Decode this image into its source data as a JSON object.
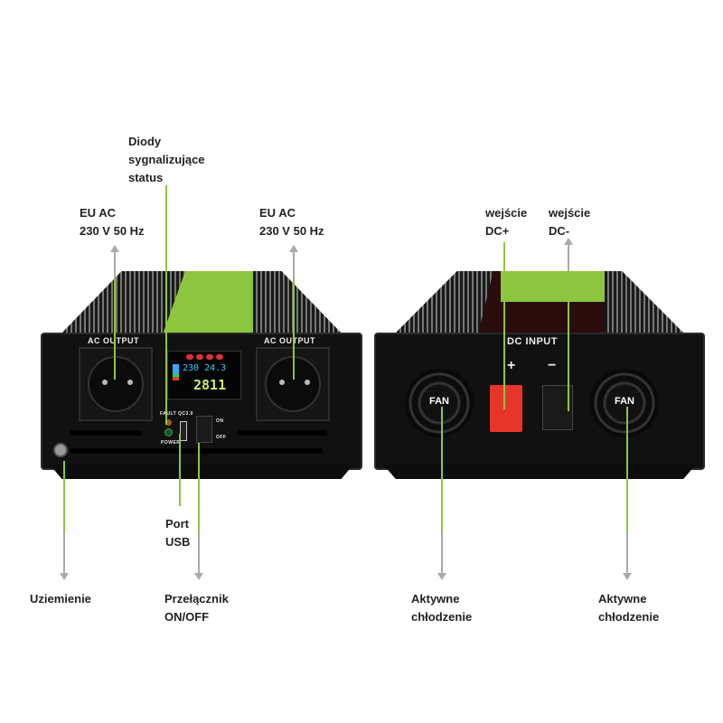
{
  "labels": {
    "status_leds": "Diody\nsygnalizujące\nstatus",
    "eu_ac_left": "EU AC\n230 V 50 Hz",
    "eu_ac_right": "EU AC\n230 V 50 Hz",
    "dc_plus": "wejście\nDC+",
    "dc_minus": "wejście\nDC-",
    "usb_port": "Port\nUSB",
    "grounding": "Uziemienie",
    "switch": "Przełącznik\nON/OFF",
    "cooling_left": "Aktywne\nchłodzenie",
    "cooling_right": "Aktywne\nchłodzenie"
  },
  "front_panel": {
    "ac_output_left": "AC OUTPUT",
    "ac_output_right": "AC OUTPUT",
    "fault": "FAULT",
    "power": "POWER",
    "qc": "QC3.0",
    "on": "ON",
    "off": "OFF",
    "display": {
      "ac_voltage": "230",
      "dc_voltage": "24.3",
      "power": "2811"
    }
  },
  "back_panel": {
    "dc_input": "DC INPUT",
    "plus": "+",
    "minus": "−",
    "fan_left": "FAN",
    "fan_right": "FAN"
  },
  "colors": {
    "accent": "#8cc63f",
    "dc_plus": "#e8352b"
  }
}
